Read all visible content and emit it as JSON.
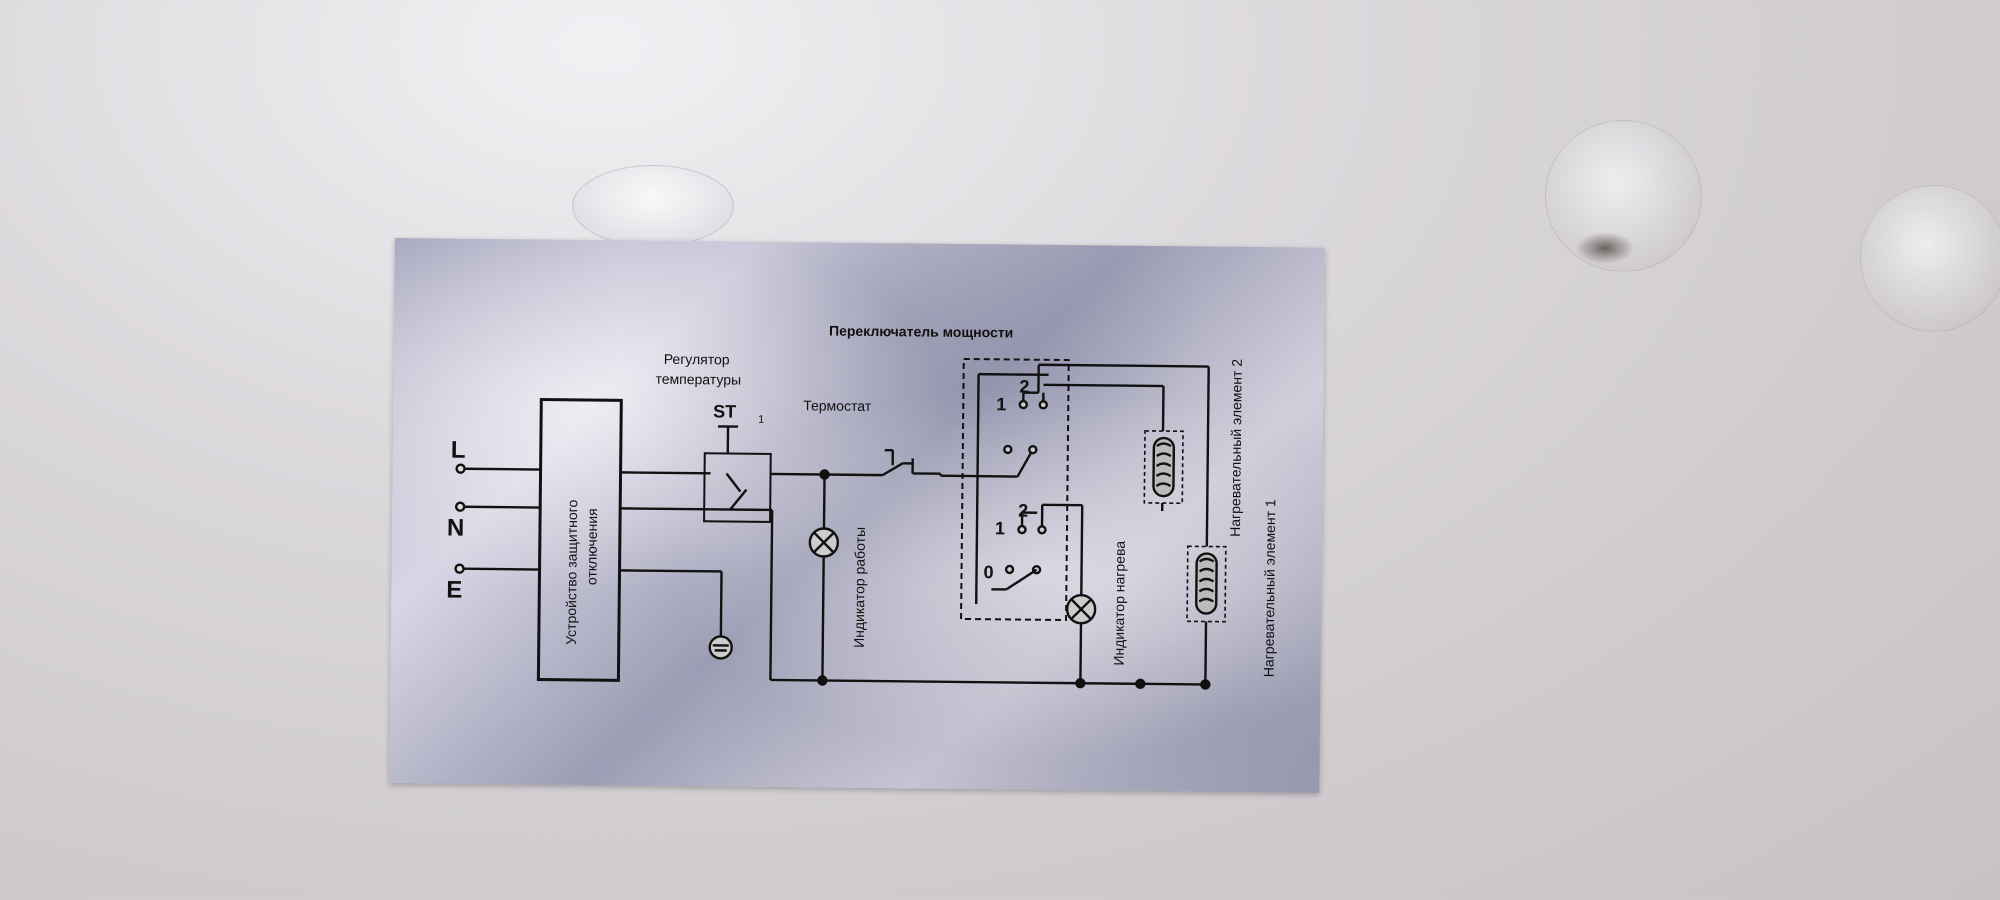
{
  "diagram": {
    "title_switch": "Переключатель мощности",
    "regulator_line1": "Регулятор",
    "regulator_line2": "температуры",
    "st_label": "ST",
    "st_index": "1",
    "thermostat": "Термостат",
    "terminal_l": "L",
    "terminal_n": "N",
    "terminal_e": "E",
    "rcd_line1": "Устройство защитного",
    "rcd_line2": "отключения",
    "work_indicator": "Индикатор работы",
    "heat_indicator": "Индикатор нагрева",
    "heater1": "Нагревательный элемент 1",
    "heater2": "Нагревательный элемент 2",
    "sw_upper_1": "1",
    "sw_upper_2": "2",
    "sw_lower_1": "1",
    "sw_lower_2": "2",
    "sw_lower_0": "0"
  }
}
